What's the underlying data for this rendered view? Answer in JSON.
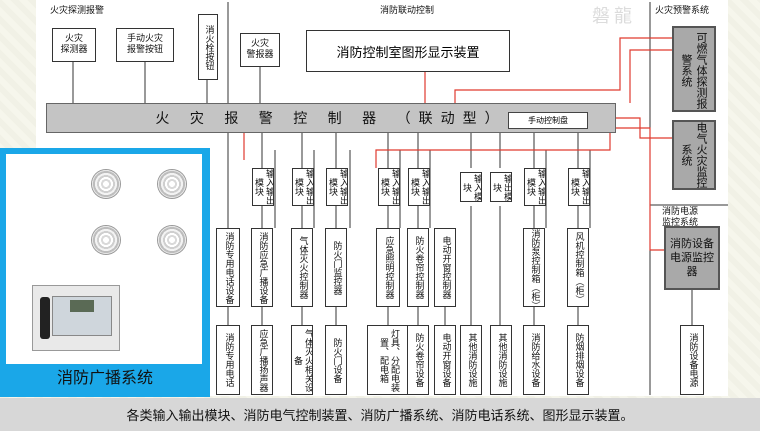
{
  "headers": {
    "detect": "火灾探测报警",
    "linkage": "消防联动控制",
    "warning": "火灾预警系统",
    "power_monitor": "消防电源\n监控系统"
  },
  "top_devices": {
    "detector": "火灾\n探测器",
    "manual_button": "手动火灾\n报警按钮",
    "hydrant_button": "消火栓按钮",
    "alarm": "火灾\n警报器"
  },
  "display_device": "消防控制室图形显示装置",
  "controller": "火 灾 报 警 控 制 器 （联动型）",
  "manual_panel": "手动控制盘",
  "warning_devices": {
    "gas": "可燃气体探测报警系统",
    "electric": "电气火灾监控系统",
    "power": "消防设备电源监控器"
  },
  "modules": [
    "输入输出模块",
    "输入输出模块",
    "输入输出模块",
    "输入输出模块",
    "输入输出模块",
    "输入模块",
    "输出模块",
    "输入输出模块",
    "输入输出模块"
  ],
  "controls": [
    "消防专用电话设备",
    "消防应急广播设备",
    "气体灭火控制器",
    "防火门监控器",
    "应急照明控制器",
    "防火卷帘控制器",
    "电动开窗控制器",
    "消防泵控制箱（柜）",
    "风机控制箱（柜）"
  ],
  "equipment": [
    "消防专用电话",
    "应急广播扬声器",
    "气体灭火相关设备",
    "防火门设备",
    "灯具、分配电装置、配电箱",
    "防火卷帘设备",
    "电动开窗设备",
    "其他消防设施",
    "其他消防设施",
    "消防给水设备",
    "防烟排烟设备",
    "消防设备电源"
  ],
  "broadcast_title": "消防广播系统",
  "watermark": "磐龍",
  "caption": "各类输入输出模块、消防电气控制装置、消防广播系统、消防电话系统、图形显示装置。",
  "colors": {
    "red": "#e03a2f",
    "blue": "#1aa7e8",
    "bus": "#c4c4c4"
  }
}
